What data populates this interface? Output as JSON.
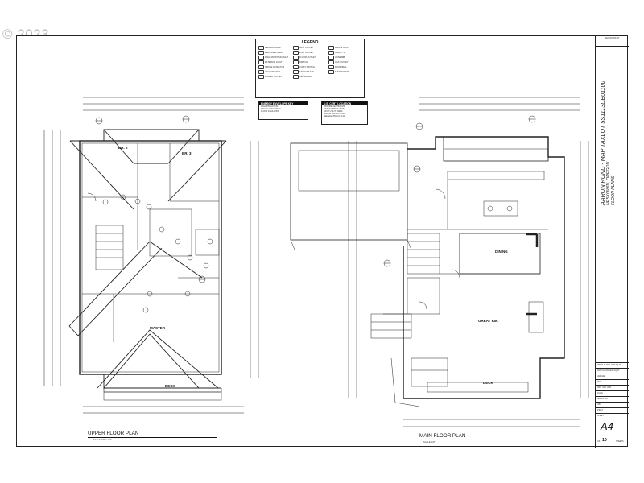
{
  "watermark": {
    "text": "© 2023"
  },
  "legend": {
    "title": "LEGEND",
    "rows": [
      "PENDANT LIGHT",
      "RECESSED LIGHT",
      "WALL MOUNTED LIGHT",
      "EXTERIOR LIGHT",
      "SMOKE DETECTOR",
      "CO DETECTOR",
      "DUPLEX OUTLET",
      "GFCI OUTLET",
      "220V OUTLET",
      "FLOOR OUTLET",
      "SWITCH",
      "3-WAY SWITCH",
      "EXHAUST FAN",
      "CEILING FAN",
      "PHONE JACK",
      "CABLE TV",
      "HOSE BIB",
      "GAS OUTLET",
      "DOOR BELL",
      "THERMOSTAT"
    ]
  },
  "energy_box": {
    "title": "ENERGY ENVELOPE KEY",
    "lines": [
      "WALL INSULATION",
      "CEILING INSULATION",
      "FLOOR INSULATION"
    ]
  },
  "cert_box": {
    "title": "U.S. CERT LOCATION",
    "lines": [
      "PROVIDE CERTIFICATE",
      "ON ELECTRICAL PANEL",
      "OR AT UTILITY AREA",
      "PER OR ENERGY CODE",
      "SEE ELECTRICAL PLAN"
    ]
  },
  "upper_plan": {
    "title": "UPPER FLOOR PLAN",
    "scale": "SCALE: 1/8\" = 1'-0\"",
    "rooms": {
      "br2": "BR. 2",
      "br3": "BR. 3",
      "master": "MASTER",
      "deck": "DECK"
    }
  },
  "main_plan": {
    "title": "MAIN FLOOR PLAN",
    "scale": "SCALE: 1/8\"",
    "rooms": {
      "dining": "DINING",
      "great": "GREAT RM.",
      "deck": "DECK"
    }
  },
  "title_block": {
    "revisions": "REVISIONS  BY",
    "line1": "AARON RUND - MAP TAXLOT 5S1113DB01100",
    "line2": "NESKOWIN, OREGON",
    "line3": "FLOOR PLANS",
    "cells": [
      "UPPER FLOOR 1125 SQ FT",
      "MAIN FLOOR 1220 SQ FT",
      "GARAGE",
      "DECK",
      "DATE: MAY 2021",
      "SCALE",
      "DRAWN: JM",
      "JOB",
      "SHEET"
    ],
    "sheet_label": "SHEET",
    "sheet": "A4",
    "of": "OF",
    "total": "10",
    "sheets": "SHEETS"
  }
}
